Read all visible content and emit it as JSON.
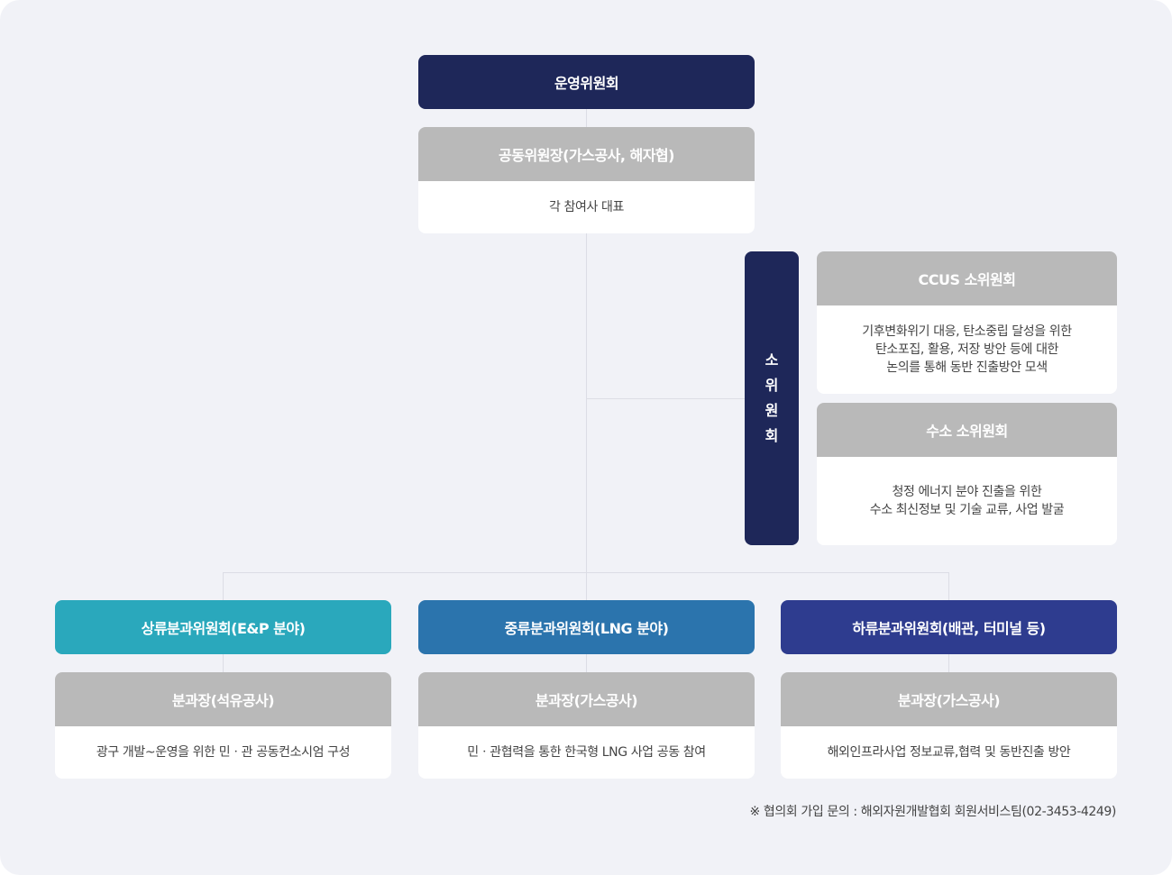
{
  "colors": {
    "navy": "#1e2759",
    "teal": "#2aa8bc",
    "blue": "#2b74ad",
    "indigo": "#2e3c8f",
    "gray_header": "#b9b9b9",
    "background": "#f1f2f7",
    "connector": "#dcdde5"
  },
  "steering": {
    "title": "운영위원회",
    "chair_header": "공동위원장(가스공사, 해자협)",
    "chair_body": "각 참여사 대표"
  },
  "subcommittee": {
    "label_chars": [
      "소",
      "위",
      "원",
      "회"
    ],
    "ccus": {
      "header": "CCUS 소위원회",
      "body": "기후변화위기 대응, 탄소중립 달성을 위한\n탄소포집, 활용, 저장 방안 등에 대한\n논의를 통해 동반 진출방안 모색"
    },
    "hydrogen": {
      "header": "수소 소위원회",
      "body": "청정 에너지 분야 진출을 위한\n수소 최신정보 및 기술 교류, 사업 발굴"
    }
  },
  "divisions": [
    {
      "title": "상류분과위원회(E&P 분야)",
      "lead_header": "분과장(석유공사)",
      "lead_body": "광구 개발~운영을 위한 민ㆍ관 공동컨소시엄 구성"
    },
    {
      "title": "중류분과위원회(LNG 분야)",
      "lead_header": "분과장(가스공사)",
      "lead_body": "민ㆍ관협력을 통한 한국형 LNG 사업 공동 참여"
    },
    {
      "title": "하류분과위원회(배관, 터미널 등)",
      "lead_header": "분과장(가스공사)",
      "lead_body": "해외인프라사업 정보교류,협력 및 동반진출 방안"
    }
  ],
  "footnote": "※ 협의회 가입 문의 : 해외자원개발협회 회원서비스팀(02-3453-4249)"
}
